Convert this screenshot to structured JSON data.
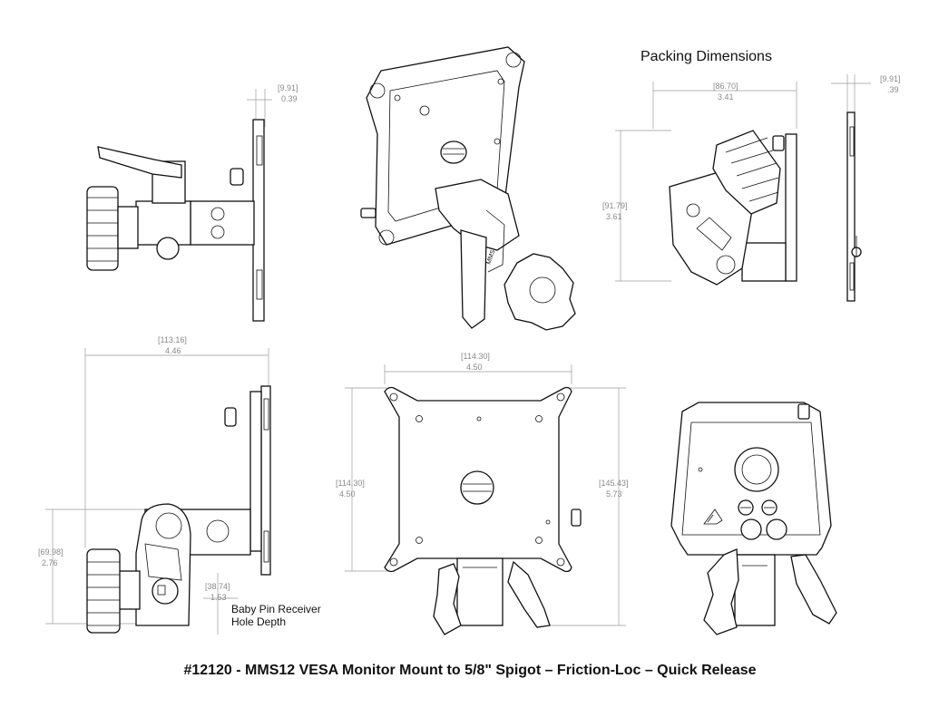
{
  "title": "#12120 - MMS12 VESA Monitor Mount to 5/8\" Spigot – Friction-Loc – Quick Release",
  "packing_label": "Packing Dimensions",
  "baby_pin_label_1": "Baby Pin Receiver",
  "baby_pin_label_2": "Hole Depth",
  "dims": {
    "side_top_mm": "[9.91]",
    "side_top_in": "0.39",
    "pack_width_mm": "[86.70]",
    "pack_width_in": "3.41",
    "pack_depth_mm": "[9.91]",
    "pack_depth_in": ".39",
    "pack_height_mm": "[91.79]",
    "pack_height_in": "3.61",
    "side_width_mm": "[113.16]",
    "side_width_in": "4.46",
    "side_height_mm": "[69.98]",
    "side_height_in": "2.76",
    "pin_depth_mm": "[38.74]",
    "pin_depth_in": "1.53",
    "front_width_mm": "[114.30]",
    "front_width_in": "4.50",
    "front_height_mm": "[114.30]",
    "front_height_in": "4.50",
    "front_total_mm": "[145.43]",
    "front_total_in": "5.73"
  }
}
